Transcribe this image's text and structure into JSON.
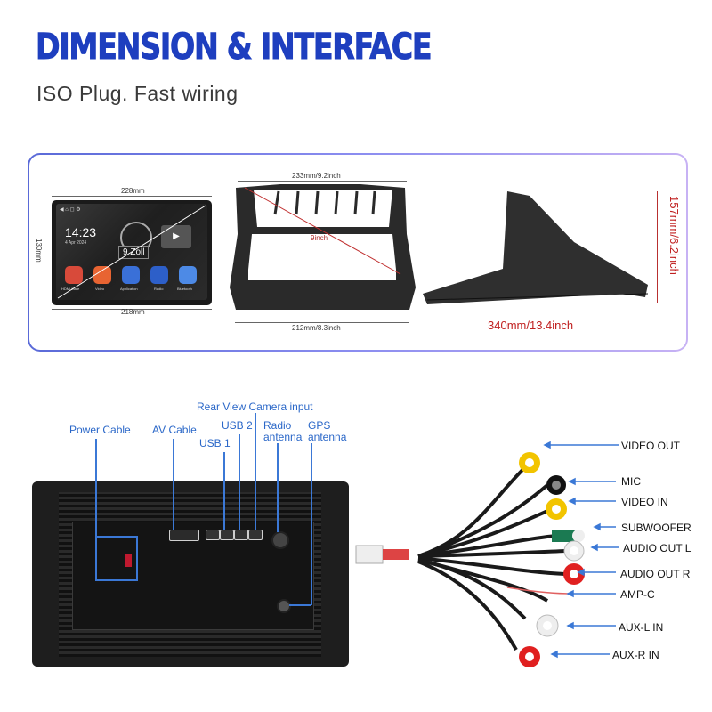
{
  "header": {
    "title": "DIMENSION & INTERFACE",
    "subtitle": "ISO Plug. Fast wiring"
  },
  "screen_unit": {
    "width_top": "228mm",
    "width_bottom": "218mm",
    "height": "130mm",
    "screen": {
      "time": "14:23",
      "date": "4 Apr 2024",
      "size_badge": "9 Zoll",
      "apps": [
        "HDMI Mate",
        "Video",
        "Application",
        "Radio",
        "Bluetooth"
      ]
    }
  },
  "frame_unit": {
    "width_top": "233mm/9.2inch",
    "diagonal": "9inch",
    "width_bottom": "212mm/8.3inch"
  },
  "side_unit": {
    "depth": "340mm/13.4inch",
    "height": "157mm/6.2inch"
  },
  "ports": {
    "power_cable": "Power Cable",
    "av_cable": "AV Cable",
    "rear_camera": "Rear View Camera input",
    "usb2": "USB 2",
    "usb1": "USB 1",
    "radio_antenna": "Radio antenna",
    "gps_antenna": "GPS antenna"
  },
  "cable_labels": [
    "VIDEO OUT",
    "MIC",
    "VIDEO IN",
    "SUBWOOFER",
    "AUDIO OUT L",
    "AUDIO OUT R",
    "AMP-C",
    "AUX-L IN",
    "AUX-R IN"
  ],
  "colors": {
    "title_blue": "#1e3fbf",
    "label_blue": "#2a67c8",
    "dimension_red": "#b83030"
  }
}
